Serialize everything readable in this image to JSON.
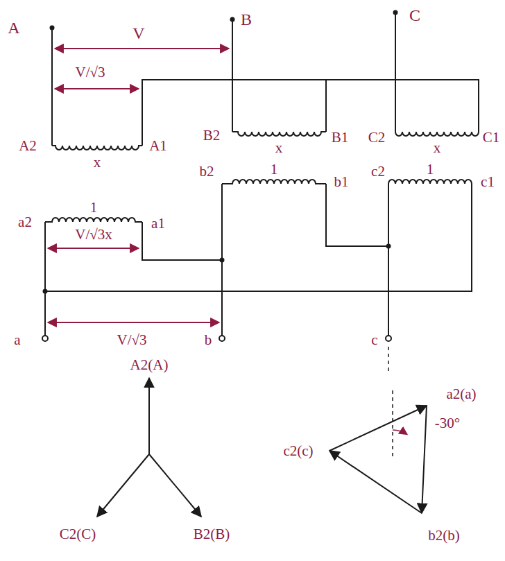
{
  "diagram": {
    "labels": [
      "A",
      "B",
      "C",
      "V",
      "V/√3",
      "A2",
      "A1",
      "B2",
      "B1",
      "C2",
      "C1",
      "x",
      "x",
      "x",
      "1",
      "1",
      "1",
      "a2",
      "a1",
      "b2",
      "b1",
      "c2",
      "c1",
      "V/√3x",
      "a",
      "V/√3",
      "b",
      "c",
      "A2(A)",
      "a2(a)",
      "-30°",
      "c2(c)",
      "C2(C)",
      "B2(B)",
      "b2(b)"
    ]
  }
}
